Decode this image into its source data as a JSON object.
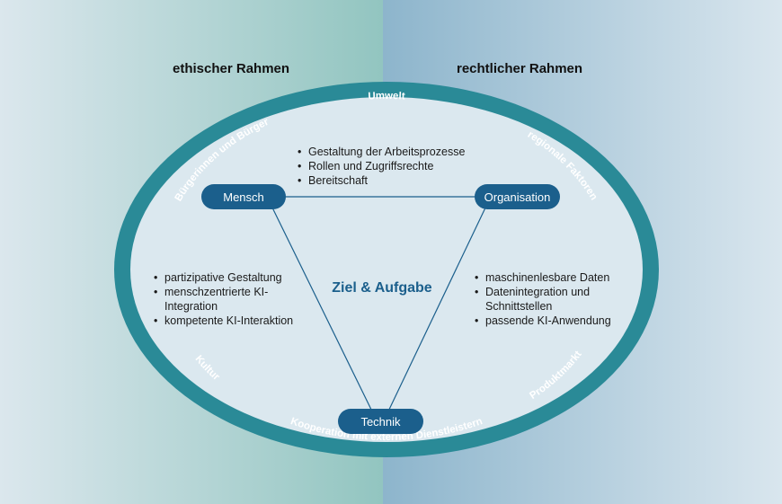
{
  "frames": {
    "left": "ethischer Rahmen",
    "right": "rechtlicher Rahmen"
  },
  "ring_labels": {
    "top": "Umwelt",
    "upper_left": "Bürgerinnen und Bürger",
    "upper_right": "regionale Faktoren",
    "lower_left": "Kultur",
    "lower_right": "Produktmarkt",
    "bottom": "Kooperation mit externen Dienstleistern"
  },
  "nodes": {
    "mensch": "Mensch",
    "organisation": "Organisation",
    "technik": "Technik"
  },
  "center_label": "Ziel & Aufgabe",
  "top_bullets": [
    "Gestaltung der Arbeitsprozesse",
    "Rollen und Zugriffsrechte",
    "Bereitschaft"
  ],
  "left_bullets": [
    "partizipative Gestaltung",
    "menschzentrierte KI-Integration",
    "kompetente KI-Interaktion"
  ],
  "right_bullets": [
    "maschinenlesbare Daten",
    "Datenintegration und Schnittstellen",
    "passende KI-Anwendung"
  ],
  "colors": {
    "ring": "#2a8a97",
    "node": "#1b5f8c",
    "center_text": "#1b5f8c",
    "inner_fill": "#dbe8ef"
  }
}
